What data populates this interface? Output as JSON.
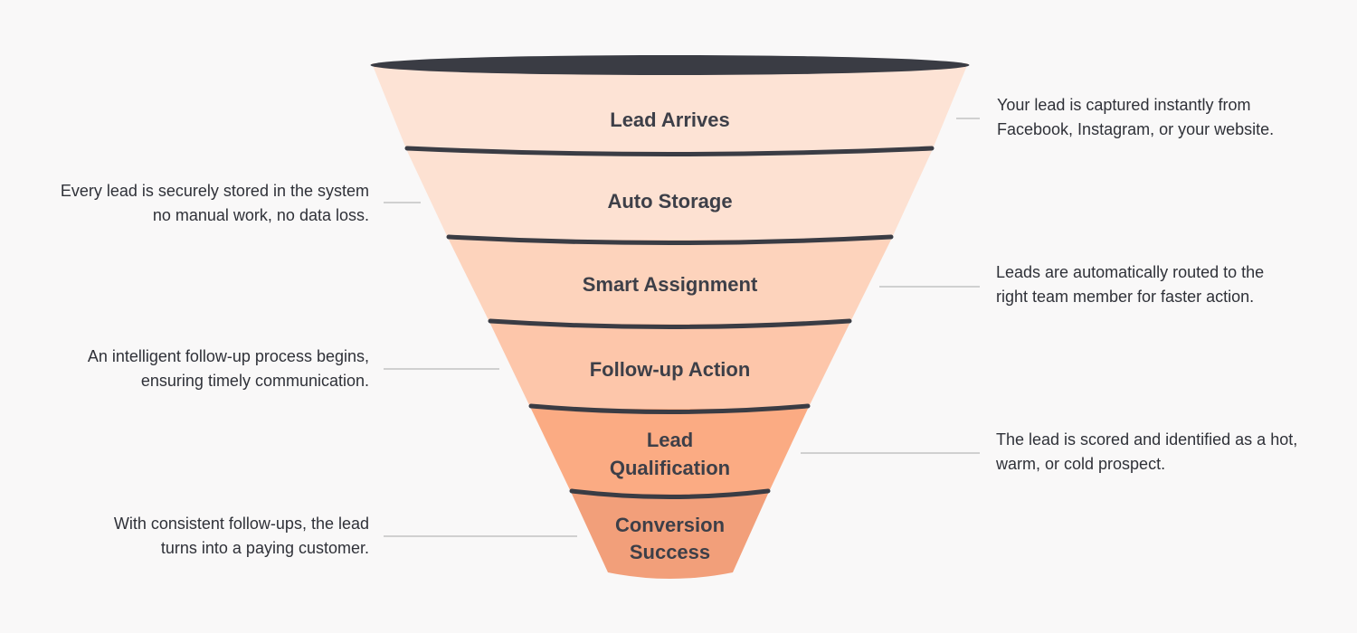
{
  "stages": [
    {
      "label_lines": [
        "Lead Arrives"
      ],
      "fill": "#fde3d5",
      "description_lines": [
        "Your lead is captured instantly from",
        "Facebook, Instagram, or your website."
      ]
    },
    {
      "label_lines": [
        "Auto Storage"
      ],
      "fill": "#fde1d2",
      "description_lines": [
        "Every lead is securely stored in the system",
        "no manual work, no data loss."
      ]
    },
    {
      "label_lines": [
        "Smart Assignment"
      ],
      "fill": "#fdd3bc",
      "description_lines": [
        "Leads are automatically routed to the",
        "right team member for faster action."
      ]
    },
    {
      "label_lines": [
        "Follow-up Action"
      ],
      "fill": "#fdc6aa",
      "description_lines": [
        "An intelligent follow-up process begins,",
        "ensuring timely communication."
      ]
    },
    {
      "label_lines": [
        "Lead",
        "Qualification"
      ],
      "fill": "#fbab83",
      "description_lines": [
        "The lead is scored and identified as a hot,",
        "warm, or cold prospect."
      ]
    },
    {
      "label_lines": [
        "Conversion",
        "Success"
      ],
      "fill": "#f29f7a",
      "description_lines": [
        "With consistent follow-ups, the lead",
        "turns into a paying customer."
      ]
    }
  ],
  "colors": {
    "rim": "#3a3c44",
    "connector": "#b8b8b8",
    "label_text": "#3d3f48",
    "description_text": "#2f3138",
    "background": "#f9f8f8"
  }
}
